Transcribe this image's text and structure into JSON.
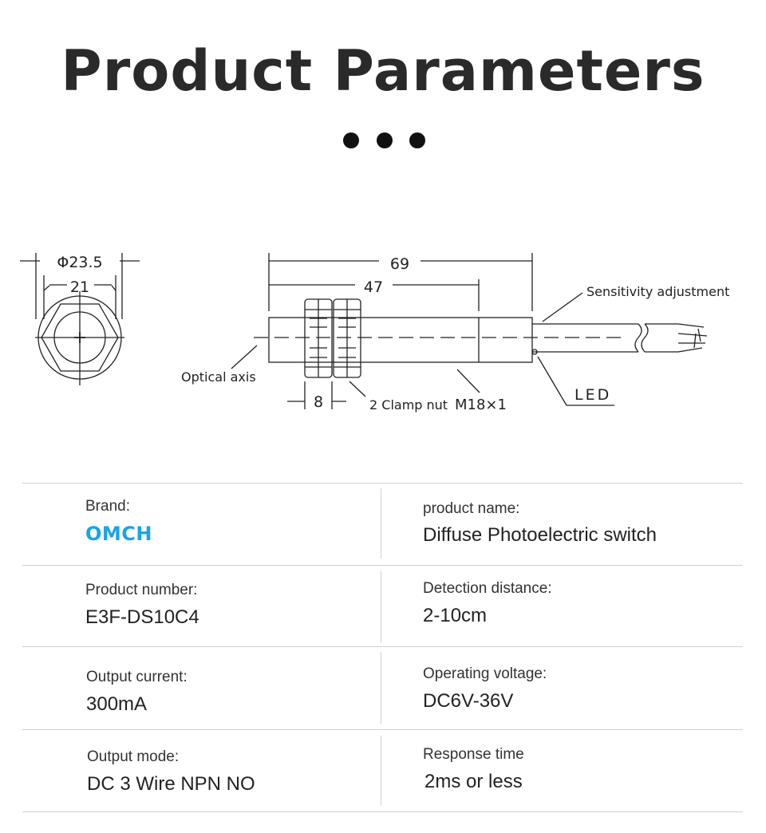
{
  "header": {
    "title": "Product Parameters"
  },
  "drawing": {
    "diam_outer": "Φ23.5",
    "diam_inner": "21",
    "length_total": "69",
    "length_body": "47",
    "nut_width": "8",
    "optical_axis": "Optical axis",
    "clamp_nut": "2 Clamp nut",
    "thread": "M18×1",
    "sensitivity": "Sensitivity adjustment",
    "led": "LED"
  },
  "specs": {
    "brand_label": "Brand:",
    "brand_value": "OMCH",
    "product_name_label": "product name:",
    "product_name_value": "Diffuse Photoelectric switch",
    "product_number_label": "Product number:",
    "product_number_value": "E3F-DS10C4",
    "detection_label": "Detection distance:",
    "detection_value": "2-10cm",
    "output_current_label": "Output current:",
    "output_current_value": "300mA",
    "voltage_label": "Operating voltage:",
    "voltage_value": "DC6V-36V",
    "output_mode_label": "Output mode:",
    "output_mode_value": "DC 3 Wire NPN NO",
    "response_label": "Response time",
    "response_value": "2ms or less"
  },
  "colors": {
    "brand": "#1aa3e8",
    "divider": "#cfcfcf"
  }
}
